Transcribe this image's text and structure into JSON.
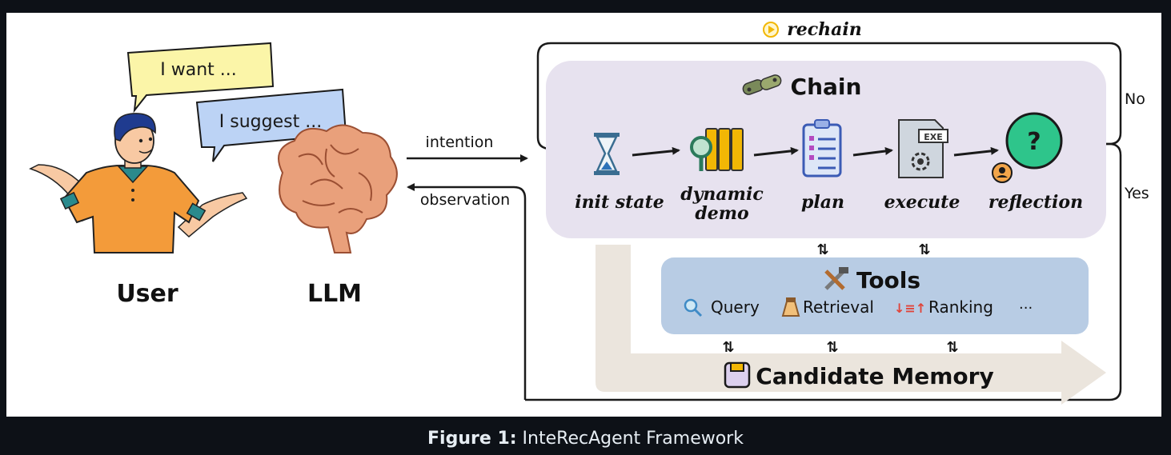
{
  "figure": {
    "speech_user": "I want ...",
    "speech_llm": "I suggest ...",
    "user_label": "User",
    "llm_label": "LLM",
    "intention_label": "intention",
    "observation_label": "observation",
    "rechain_label": "rechain",
    "no_label": "No",
    "yes_label": "Yes",
    "chain": {
      "title": "Chain",
      "steps": [
        {
          "label": "init state",
          "icon": "hourglass-icon"
        },
        {
          "label_line1": "dynamic",
          "label_line2": "demo",
          "icon": "binders-magnifier-icon"
        },
        {
          "label": "plan",
          "icon": "clipboard-icon"
        },
        {
          "label": "execute",
          "icon": "exe-gear-icon"
        },
        {
          "label": "reflection",
          "icon": "question-bubble-icon"
        }
      ]
    },
    "tools": {
      "title": "Tools",
      "items": [
        "Query",
        "Retrieval",
        "Ranking",
        "···"
      ]
    },
    "memory": {
      "title": "Candidate Memory"
    }
  },
  "caption": {
    "prefix": "Figure 1:",
    "text": "InteRecAgent Framework"
  },
  "colors": {
    "chain_bg": "#e7e2ef",
    "tools_bg": "#b8cce4",
    "memory_arrow": "#ebe5dd",
    "speech_user_bg": "#fbf5a8",
    "speech_llm_bg": "#bcd3f5",
    "brain": "#e9a07b",
    "shirt": "#f39b3a"
  }
}
